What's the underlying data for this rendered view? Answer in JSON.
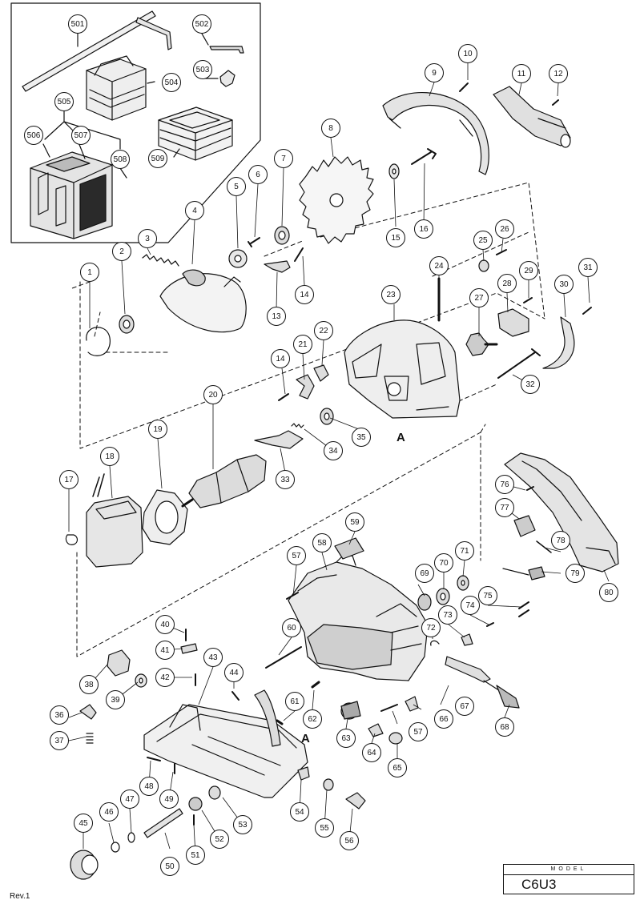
{
  "callouts": [
    "501",
    "502",
    "503",
    "504",
    "505",
    "506",
    "507",
    "508",
    "509",
    "1",
    "2",
    "3",
    "4",
    "5",
    "6",
    "7",
    "8",
    "9",
    "10",
    "11",
    "12",
    "13",
    "14",
    "15",
    "16",
    "17",
    "18",
    "19",
    "20",
    "21",
    "22",
    "23",
    "24",
    "25",
    "26",
    "27",
    "28",
    "29",
    "30",
    "31",
    "32",
    "33",
    "34",
    "35",
    "14",
    "36",
    "37",
    "38",
    "39",
    "40",
    "41",
    "42",
    "43",
    "44",
    "45",
    "46",
    "47",
    "48",
    "49",
    "50",
    "51",
    "52",
    "53",
    "54",
    "55",
    "56",
    "57",
    "58",
    "59",
    "60",
    "61",
    "62",
    "63",
    "64",
    "65",
    "66",
    "67",
    "68",
    "69",
    "70",
    "71",
    "72",
    "73",
    "74",
    "75",
    "57",
    "76",
    "77",
    "78",
    "79",
    "80"
  ],
  "section_marker_a": "A",
  "section_marker_a2": "A",
  "model_box": {
    "caption": "MODEL",
    "name": "C6U3"
  },
  "revision": "Rev.1"
}
